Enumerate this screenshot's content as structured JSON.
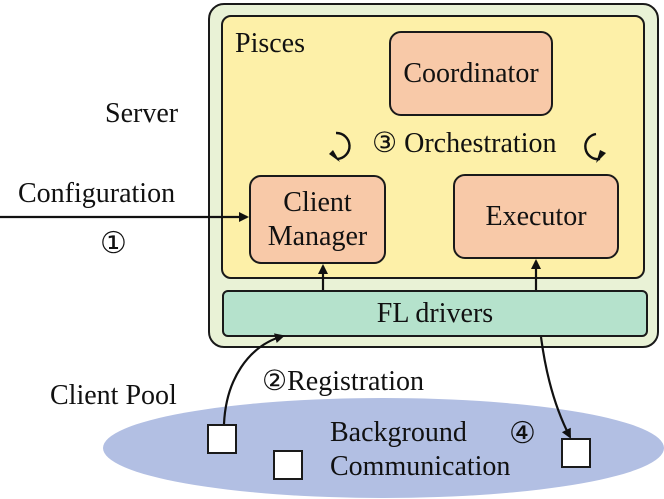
{
  "server": {
    "label": "Server"
  },
  "pisces": {
    "label": "Pisces",
    "coordinator": "Coordinator",
    "client_manager": [
      "Client",
      "Manager"
    ],
    "executor": "Executor",
    "orchestration": "③ Orchestration"
  },
  "fl_drivers": "FL drivers",
  "configuration": {
    "label": "Configuration",
    "step": "①"
  },
  "registration": "②Registration",
  "client_pool": {
    "label": "Client Pool",
    "background_comm": [
      "Background",
      "Communication"
    ],
    "step": "④"
  },
  "colors": {
    "server_fill": "#e9f2d6",
    "pisces_fill": "#fdf0a8",
    "component_fill": "#f8c9a8",
    "drivers_fill": "#b5e2cc",
    "pool_fill": "#b2bfe3"
  }
}
